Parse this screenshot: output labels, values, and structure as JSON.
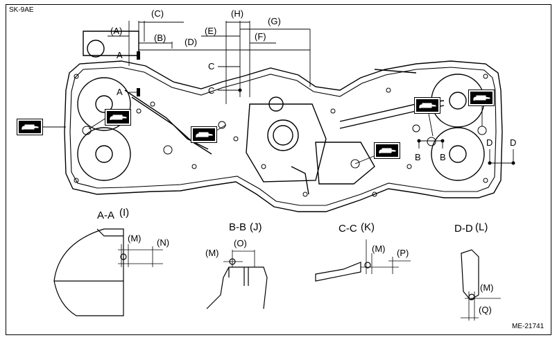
{
  "header": {
    "code": "SK-9AE",
    "figure_id": "ME-21741"
  },
  "labels": {
    "A": "(A)",
    "B": "(B)",
    "C": "(C)",
    "D": "(D)",
    "E": "(E)",
    "F": "(F)",
    "G": "(G)",
    "H": "(H)",
    "I": "(I)",
    "J": "(J)",
    "K": "(K)",
    "L": "(L)",
    "M": "(M)",
    "N": "(N)",
    "O": "(O)",
    "P": "(P)",
    "Q": "(Q)"
  },
  "section_marks": {
    "A": "A",
    "B": "B",
    "C": "C",
    "D": "D"
  },
  "sections": {
    "aa": "A-A",
    "bb": "B-B",
    "cc": "C-C",
    "dd": "D-D"
  },
  "icon_name": "liquid-gasket-icon"
}
